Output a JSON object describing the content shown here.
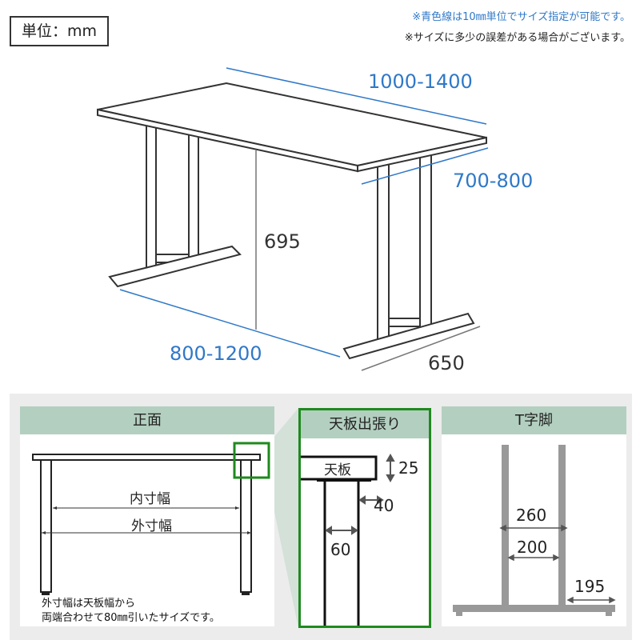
{
  "unit_label": "単位：mm",
  "notes": [
    "※青色線は10㎜単位でサイズ指定が可能です。",
    "※サイズに多少の誤差がある場合がございます。"
  ],
  "dimensions": {
    "length": "1000-1400",
    "depth": "700-800",
    "height": "695",
    "inner_length": "800-1200",
    "leg_depth": "650"
  },
  "colors": {
    "blue": "#2f78c8",
    "panel_header": "#b3cfc0",
    "highlight": "#1e8a1e",
    "leg_gray": "#999999"
  },
  "panels": {
    "front": {
      "title": "正面",
      "inner": "内寸幅",
      "outer": "外寸幅",
      "caption1": "外寸幅は天板幅から",
      "caption2": "両端合わせて80㎜引いたサイズです。"
    },
    "overhang": {
      "title": "天板出張り",
      "top_label": "天板",
      "thickness": "25",
      "overhang": "40",
      "leg_width": "60"
    },
    "tleg": {
      "title": "T字脚",
      "outer": "260",
      "inner": "200",
      "foot": "195"
    }
  }
}
